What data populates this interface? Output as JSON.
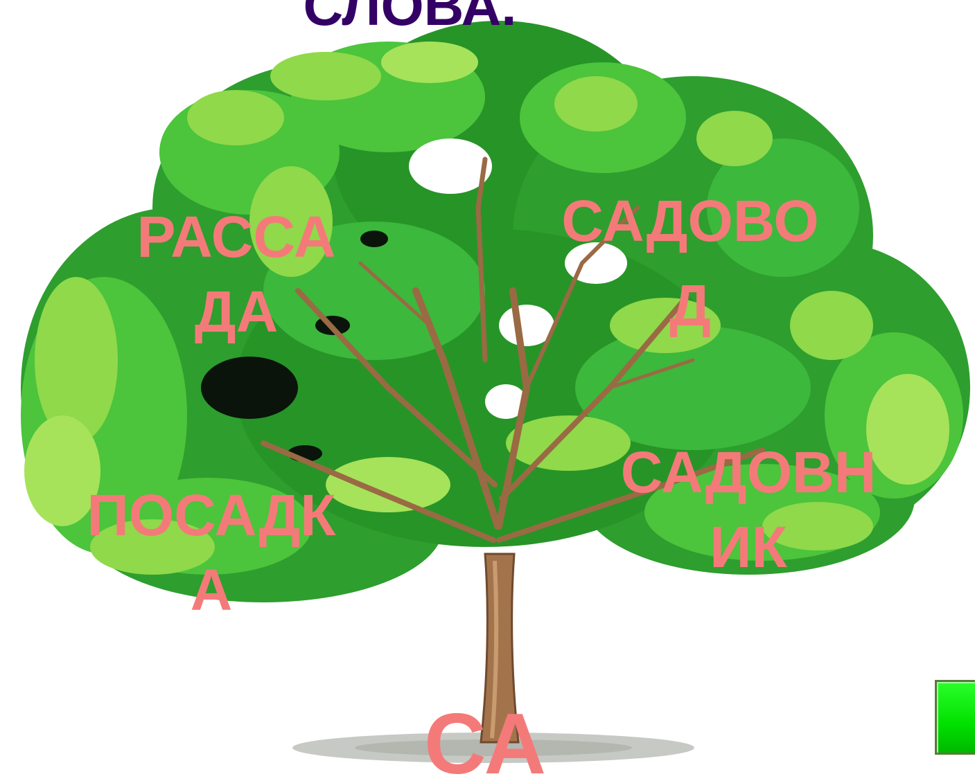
{
  "title": "СЛОВА.",
  "words": {
    "rassada": "РАССА\nДА",
    "sadovod": "САДОВО\nД",
    "posadka": "ПОСАДК\nА",
    "sadovnik": "САДОВН\nИК",
    "root": "СА"
  },
  "icons": {
    "tree": "tree-illustration",
    "nav": "next-slide-button"
  },
  "colors": {
    "title": "#330066",
    "words": "#f47a7a",
    "foliage_dark": "#1f8a1f",
    "foliage_mid": "#3cb83c",
    "foliage_light": "#8fd94a",
    "trunk": "#9a6a44",
    "button": "#00e000"
  }
}
